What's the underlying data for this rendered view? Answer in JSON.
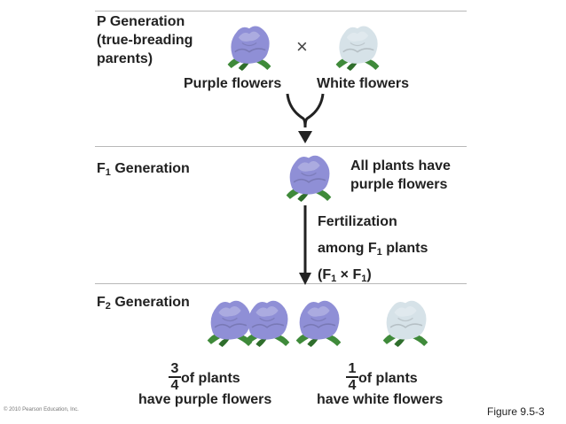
{
  "p_generation": {
    "title_line1": "P Generation",
    "title_line2": "(true-breading",
    "title_line3": "parents)",
    "cross_symbol": "×",
    "purple_label": "Purple flowers",
    "white_label": "White flowers"
  },
  "f1_generation": {
    "title_prefix": "F",
    "title_sub": "1",
    "title_suffix": " Generation",
    "note_line1": "All plants have",
    "note_line2": "purple flowers"
  },
  "fertilization": {
    "line1": "Fertilization",
    "line2_prefix": "among F",
    "line2_sub": "1",
    "line2_suffix": " plants",
    "line3_open": "(F",
    "line3_sub_a": "1",
    "line3_mid": " × F",
    "line3_sub_b": "1",
    "line3_close": ")"
  },
  "f2_generation": {
    "title_prefix": "F",
    "title_sub": "2",
    "title_suffix": " Generation",
    "purple_fraction_num": "3",
    "purple_fraction_den": "4",
    "purple_text_line1": "of plants",
    "purple_text_line2": "have purple flowers",
    "white_fraction_num": "1",
    "white_fraction_den": "4",
    "white_text_line1": "of plants",
    "white_text_line2": "have white flowers"
  },
  "footer": {
    "copyright": "© 2010 Pearson Education, Inc.",
    "figure_label": "Figure 9.5-3"
  },
  "colors": {
    "purple_petal": "#8f8fd6",
    "white_petal": "#d6e2e8",
    "leaf": "#3f8a3a",
    "arrow": "#222222",
    "rule": "#b8b8b8"
  }
}
